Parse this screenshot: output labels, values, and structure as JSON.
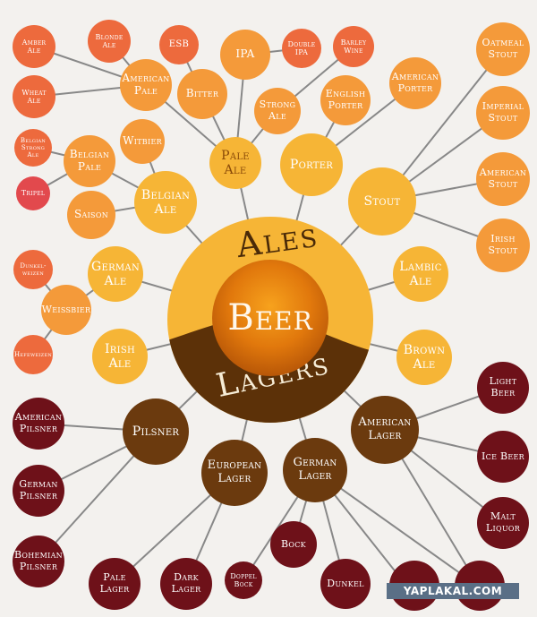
{
  "hub": {
    "center": "Beer",
    "top": "Ales",
    "bottom": "Lagers"
  },
  "watermark": "YAPLAKAL.COM",
  "colors": {
    "hub_yellow": "#f6b536",
    "hub_brown": "#5c3108",
    "ale_yellow": "#f6b536",
    "ale_orange": "#f49a3a",
    "ale_red": "#ed6a3d",
    "ale_crimson": "#e2494d",
    "lager_brown": "#6b3a0e",
    "lager_maroon": "#6e1119",
    "link": "#888888"
  },
  "nodes": {
    "pale_ale": "Pale Ale",
    "porter": "Porter",
    "stout": "Stout",
    "belgian_ale": "Belgian Ale",
    "german_ale": "German Ale",
    "irish_ale": "Irish Ale",
    "lambic_ale": "Lambic Ale",
    "brown_ale": "Brown Ale",
    "american_pale": "American Pale",
    "amber_ale": "Amber Ale",
    "blonde_ale": "Blonde Ale",
    "wheat_ale": "Wheat Ale",
    "esb": "ESB",
    "bitter": "Bitter",
    "ipa": "IPA",
    "double_ipa": "Double IPA",
    "barley_wine": "Barley Wine",
    "strong_ale": "Strong Ale",
    "english_porter": "English Porter",
    "american_porter": "American Porter",
    "oatmeal_stout": "Oatmeal Stout",
    "imperial_stout": "Imperial Stout",
    "american_stout": "American Stout",
    "irish_stout": "Irish Stout",
    "witbier": "Witbier",
    "belgian_pale": "Belgian Pale",
    "belgian_strong_ale": "Belgian Strong Ale",
    "tripel": "Tripel",
    "saison": "Saison",
    "weissbier": "Weissbier",
    "dunkelweizen": "Dunkel-weizen",
    "hefeweizen": "Hefeweizen",
    "pilsner": "Pilsner",
    "european_lager": "European Lager",
    "german_lager": "German Lager",
    "american_lager": "American Lager",
    "american_pilsner": "American Pilsner",
    "german_pilsner": "German Pilsner",
    "bohemian_pilsner": "Bohemian Pilsner",
    "pale_lager": "Pale Lager",
    "dark_lager": "Dark Lager",
    "doppel_bock": "Doppel Bock",
    "bock": "Bock",
    "dunkel": "Dunkel",
    "light_beer": "Light Beer",
    "ice_beer": "Ice Beer",
    "malt_liquor": "Malt Liquor"
  }
}
